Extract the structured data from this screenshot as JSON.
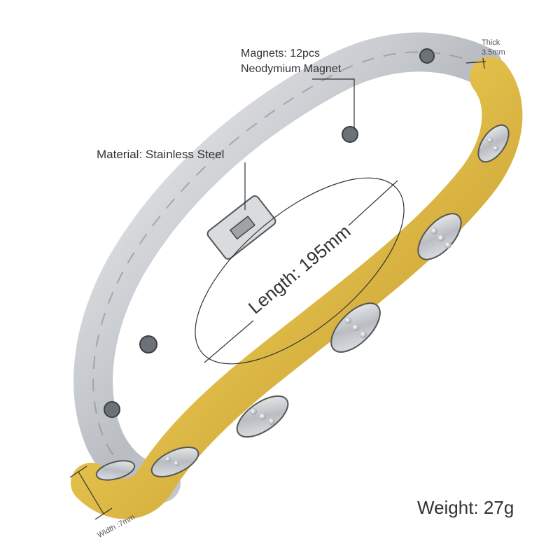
{
  "labels": {
    "magnets_line1": "Magnets: 12pcs",
    "magnets_line2": "Neodymium Magnet",
    "material": "Material: Stainless Steel",
    "thick_line1": "Thick",
    "thick_line2": "3.5mm",
    "length": "Length: 195mm",
    "width": "Width :7mm",
    "weight": "Weight: 27g"
  },
  "colors": {
    "silver": "#cfd2d6",
    "gold": "#e8c860",
    "text": "#333333"
  }
}
